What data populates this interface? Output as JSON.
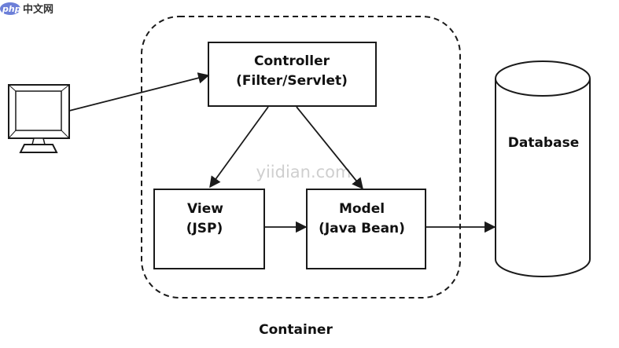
{
  "logo": {
    "badge": "php",
    "text": "中文网"
  },
  "watermark": "yiidian.com",
  "nodes": {
    "controller": {
      "line1": "Controller",
      "line2": "(Filter/Servlet)"
    },
    "view": {
      "line1": "View",
      "line2": "(JSP)"
    },
    "model": {
      "line1": "Model",
      "line2": "(Java Bean)"
    },
    "database": {
      "label": "Database"
    },
    "container": {
      "label": "Container"
    }
  },
  "icons": {
    "client": "computer-monitor-icon",
    "database": "database-cylinder-icon"
  },
  "colors": {
    "stroke": "#1a1a1a",
    "logo_badge": "#6c7fd8"
  }
}
